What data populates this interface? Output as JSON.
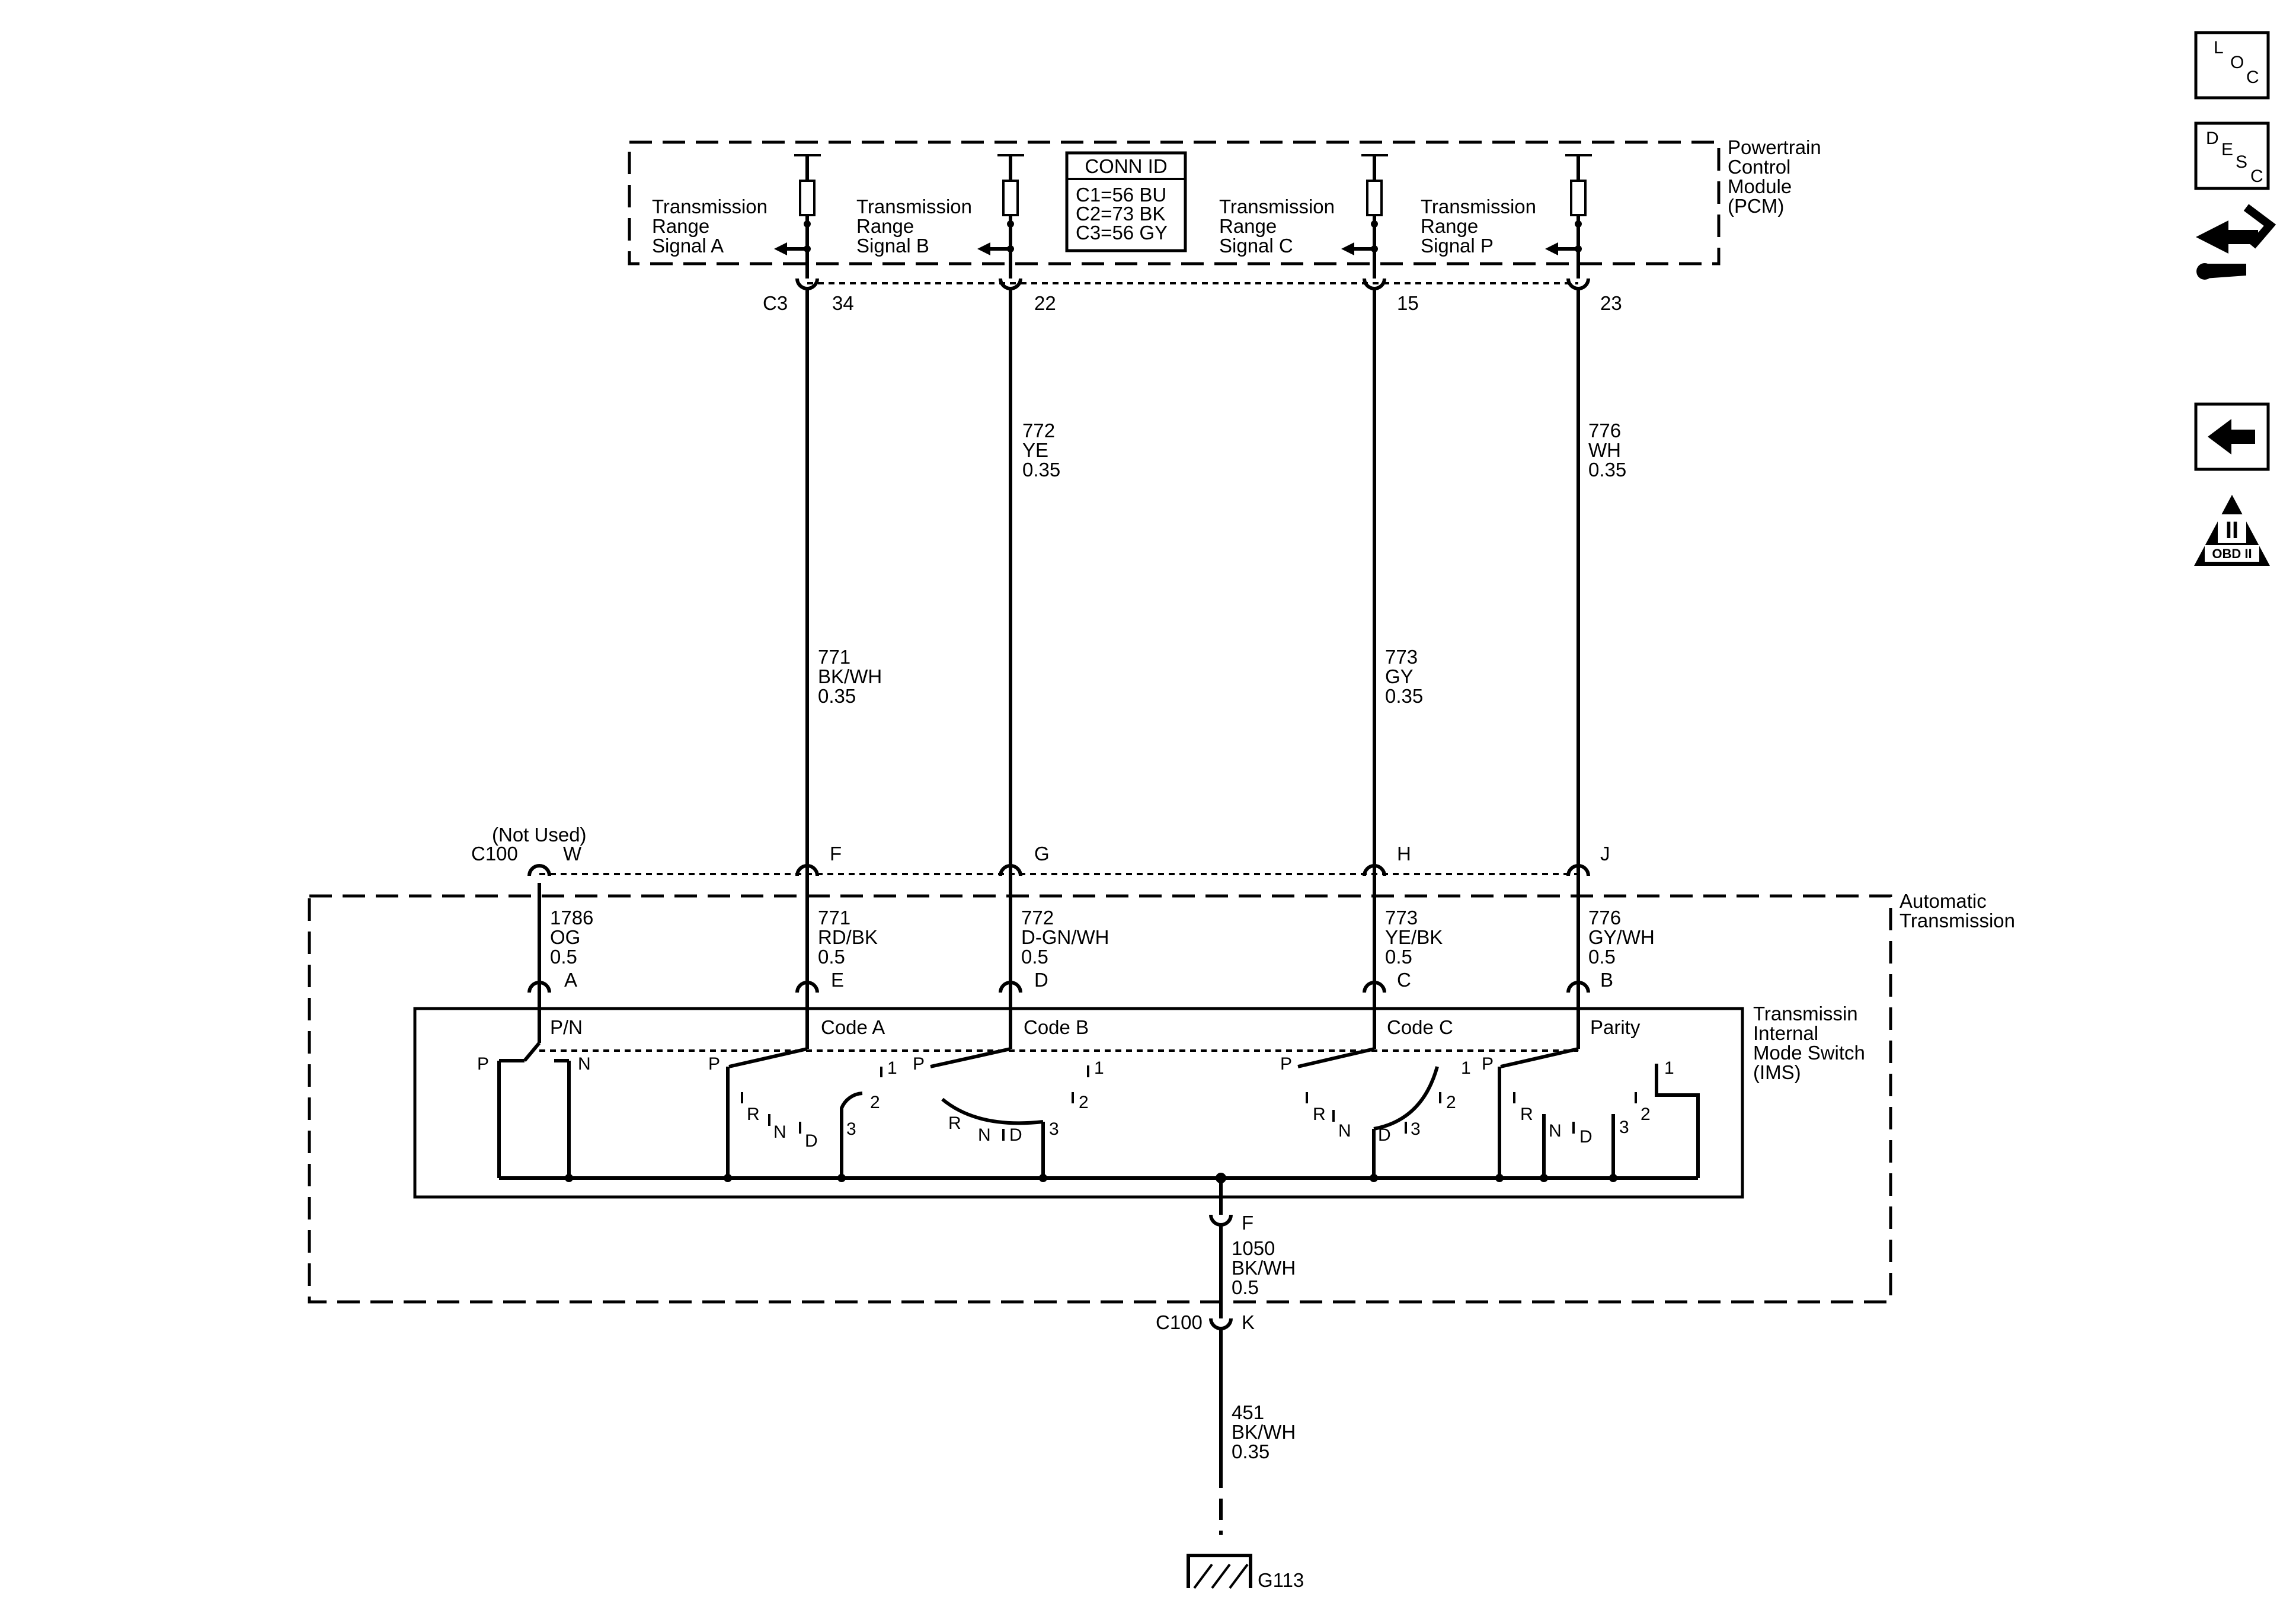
{
  "pcm": {
    "label_lines": [
      "Powertrain",
      "Control",
      "Module",
      "(PCM)"
    ],
    "conn_id": {
      "title": "CONN ID",
      "lines": [
        "C1=56 BU",
        "C2=73 BK",
        "C3=56 GY"
      ]
    },
    "signals": [
      {
        "lines": [
          "Transmission",
          "Range",
          "Signal A"
        ]
      },
      {
        "lines": [
          "Transmission",
          "Range",
          "Signal B"
        ]
      },
      {
        "lines": [
          "Transmission",
          "Range",
          "Signal C"
        ]
      },
      {
        "lines": [
          "Transmission",
          "Range",
          "Signal P"
        ]
      }
    ],
    "connector": "C3",
    "pins": [
      "34",
      "22",
      "15",
      "23"
    ]
  },
  "upper_wires": [
    {
      "lines": [
        "772",
        "YE",
        "0.35"
      ]
    },
    {
      "lines": [
        "776",
        "WH",
        "0.35"
      ]
    },
    {
      "lines": [
        "771",
        "BK/WH",
        "0.35"
      ]
    },
    {
      "lines": [
        "773",
        "GY",
        "0.35"
      ]
    }
  ],
  "c100": {
    "name": "C100",
    "not_used": "(Not Used)",
    "pins": [
      "W",
      "F",
      "G",
      "H",
      "J"
    ]
  },
  "automatic_transmission": {
    "label_lines": [
      "Automatic",
      "Transmission"
    ],
    "wires": [
      {
        "lines": [
          "1786",
          "OG",
          "0.5"
        ]
      },
      {
        "lines": [
          "771",
          "RD/BK",
          "0.5"
        ]
      },
      {
        "lines": [
          "772",
          "D-GN/WH",
          "0.5"
        ]
      },
      {
        "lines": [
          "773",
          "YE/BK",
          "0.5"
        ]
      },
      {
        "lines": [
          "776",
          "GY/WH",
          "0.5"
        ]
      }
    ],
    "pins": [
      "A",
      "E",
      "D",
      "C",
      "B"
    ]
  },
  "ims": {
    "label_lines": [
      "Transmissin",
      "Internal",
      "Mode Switch",
      "(IMS)"
    ],
    "sections": [
      "P/N",
      "Code A",
      "Code B",
      "Code C",
      "Parity"
    ],
    "pn_positions": [
      "P",
      "N"
    ],
    "code_a_positions": [
      "P",
      "R",
      "N",
      "D",
      "3",
      "2",
      "1"
    ],
    "code_b_positions": [
      "P",
      "R",
      "N",
      "D",
      "3",
      "2",
      "1"
    ],
    "code_c_positions": [
      "P",
      "R",
      "N",
      "D",
      "3",
      "2",
      "1"
    ],
    "parity_positions": [
      "P",
      "R",
      "N",
      "D",
      "3",
      "2",
      "1"
    ]
  },
  "ground_path": {
    "pin_f": "F",
    "wire_1050": [
      "1050",
      "BK/WH",
      "0.5"
    ],
    "connector": "C100",
    "pin_k": "K",
    "wire_451": [
      "451",
      "BK/WH",
      "0.35"
    ],
    "ground": "G113"
  },
  "nav": {
    "loc": [
      "L",
      "O",
      "C"
    ],
    "desc": [
      "D",
      "E",
      "S",
      "C"
    ],
    "obd": {
      "roman": "II",
      "label": "OBD II"
    }
  }
}
